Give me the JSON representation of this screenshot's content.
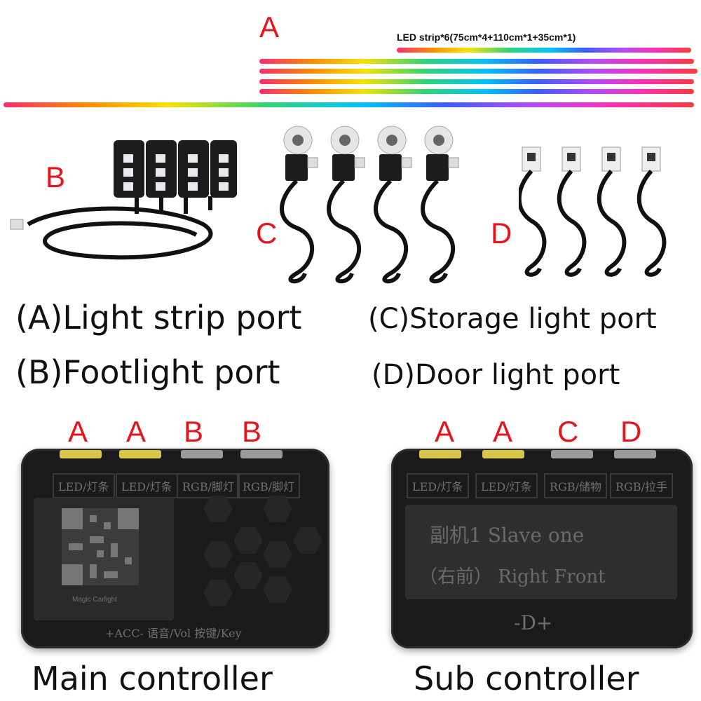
{
  "labels": {
    "a": "A",
    "b": "B",
    "c": "C",
    "d": "D"
  },
  "strip_spec": "LED strip*6(75cm*4+110cm*1+35cm*1)",
  "captions": {
    "a": "(A)Light strip port",
    "b": "(B)Footlight port",
    "c": "(C)Storage light port",
    "d": "(D)Door light port",
    "main": "Main controller",
    "sub": "Sub controller"
  },
  "main_controller": {
    "port_labels": [
      "A",
      "A",
      "B",
      "B"
    ],
    "port_texts": [
      "LED/灯条",
      "LED/灯条",
      "RGB/脚灯",
      "RGB/脚灯"
    ],
    "qr_caption": "Magic Carlight",
    "bottom_text": "+ACC- 语音/Vol 按键/Key"
  },
  "sub_controller": {
    "port_labels": [
      "A",
      "A",
      "C",
      "D"
    ],
    "port_texts": [
      "LED/灯条",
      "LED/灯条",
      "RGB/储物",
      "RGB/拉手"
    ],
    "lcd_line1": "副机1  Slave one",
    "lcd_line2": "（右前） Right Front",
    "bottom_text": "-D+"
  },
  "colors": {
    "label_red": "#e8141c",
    "controller_body": "#1a1a1c",
    "port_yellow": "#d8c64a"
  }
}
